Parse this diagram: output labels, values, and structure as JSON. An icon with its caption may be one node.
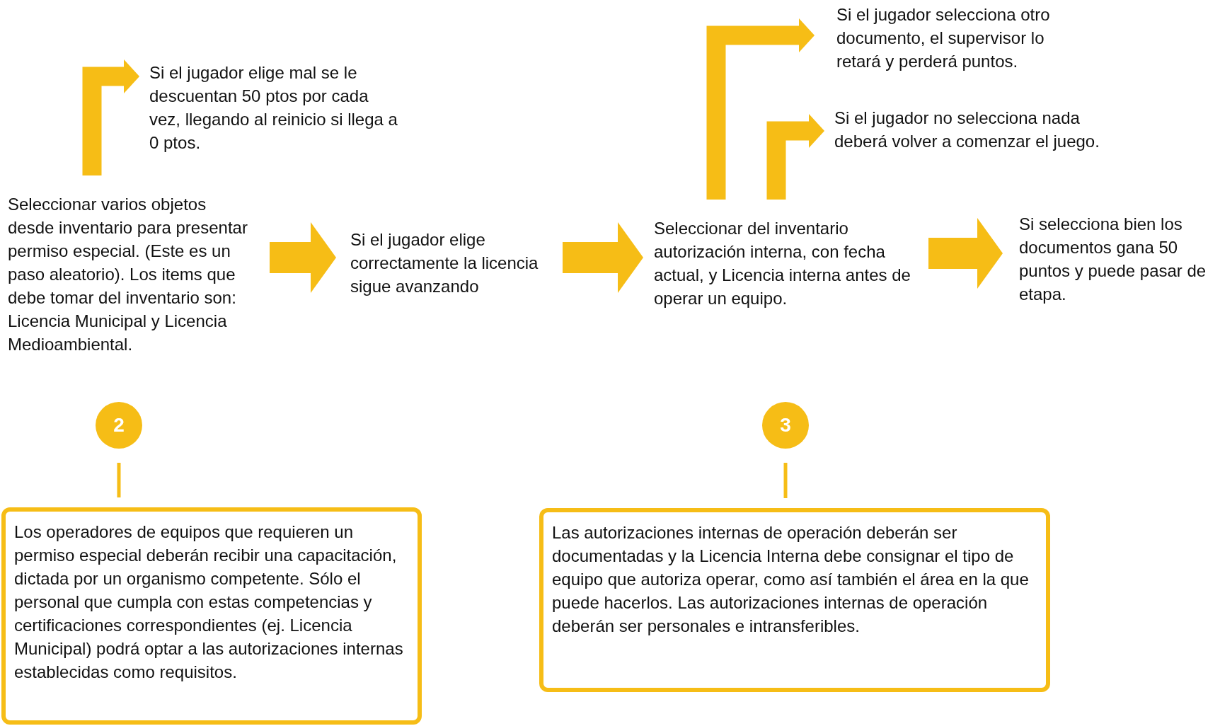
{
  "diagram": {
    "nodes": [
      {
        "text": [
          "Seleccionar varios objetos desde inventario para presentar permiso especial. (Este es un paso aleatorio). Los items que debe tomar del inventario son: Licencia Municipal y Licencia Medioambiental."
        ]
      },
      {
        "text": [
          "Si el jugador elige mal se le descuentan 50 ptos por cada vez, llegando al reinicio si llega a 0 ptos."
        ]
      },
      {
        "text": [
          "Si el jugador elige correctamente la licencia sigue avanzando"
        ]
      },
      {
        "text": [
          "Seleccionar del inventario autorización interna, con fecha actual, y Licencia interna antes de operar un equipo."
        ]
      },
      {
        "text": [
          "Si el jugador selecciona otro documento, el supervisor lo retará y perderá puntos."
        ]
      },
      {
        "text": [
          "Si el jugador no selecciona nada deberá volver a comenzar el juego."
        ]
      },
      {
        "text": [
          "Si selecciona bien los documentos  gana 50 puntos y puede pasar de etapa."
        ]
      },
      {
        "text": [
          "2"
        ]
      },
      {
        "text": [
          "Los operadores de equipos que requieren un permiso especial deberán recibir una capacitación, dictada por un organismo competente. Sólo el personal que cumpla con estas competencias y certificaciones correspondientes (ej. Licencia Municipal) podrá optar a las autorizaciones internas establecidas como requisitos."
        ]
      },
      {
        "text": [
          "3"
        ]
      },
      {
        "text": [
          "Las autorizaciones internas de operación deberán ser documentadas y la Licencia Interna debe consignar el tipo de equipo que autoriza operar, como así también el área en la que puede hacerlos. Las autorizaciones internas de operación deberán ser personales e intransferibles."
        ]
      }
    ],
    "edges": [
      {
        "from": 0,
        "to": 1,
        "arrow": "to"
      },
      {
        "from": 0,
        "to": 2,
        "arrow": "to"
      },
      {
        "from": 2,
        "to": 3,
        "arrow": "to"
      },
      {
        "from": 3,
        "to": 4,
        "arrow": "to"
      },
      {
        "from": 3,
        "to": 5,
        "arrow": "to"
      },
      {
        "from": 3,
        "to": 6,
        "arrow": "to"
      },
      {
        "from": 7,
        "to": 8,
        "arrow": "none"
      },
      {
        "from": 9,
        "to": 10,
        "arrow": "none"
      }
    ]
  }
}
